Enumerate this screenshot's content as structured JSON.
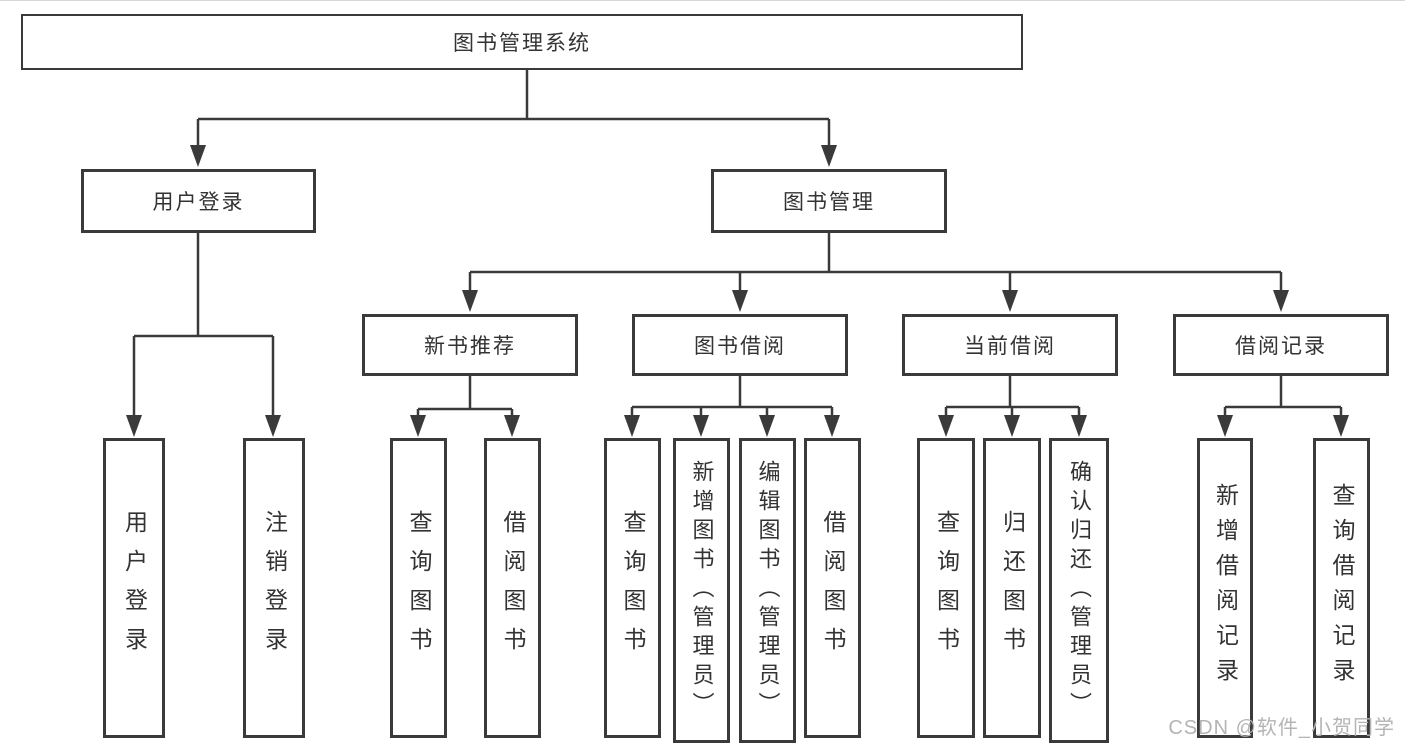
{
  "diagram": {
    "title": "图书管理系统",
    "root": {
      "label": "图书管理系统"
    },
    "branches": [
      {
        "label": "用户登录",
        "children": [
          {
            "label": "用户登录"
          },
          {
            "label": "注销登录"
          }
        ]
      },
      {
        "label": "图书管理",
        "children": [
          {
            "label": "新书推荐",
            "children": [
              {
                "label": "查询图书"
              },
              {
                "label": "借阅图书"
              }
            ]
          },
          {
            "label": "图书借阅",
            "children": [
              {
                "label": "查询图书"
              },
              {
                "label": "新增图书（管理员）"
              },
              {
                "label": "编辑图书（管理员）"
              },
              {
                "label": "借阅图书"
              }
            ]
          },
          {
            "label": "当前借阅",
            "children": [
              {
                "label": "查询图书"
              },
              {
                "label": "归还图书"
              },
              {
                "label": "确认归还（管理员）"
              }
            ]
          },
          {
            "label": "借阅记录",
            "children": [
              {
                "label": "新增借阅记录"
              },
              {
                "label": "查询借阅记录"
              }
            ]
          }
        ]
      }
    ],
    "colors": {
      "line": "#3a3a3a",
      "text": "#333333",
      "box_background": "#ffffff",
      "page_background": "#ffffff",
      "watermark": "#b4b4b4"
    }
  },
  "watermark": {
    "text": "CSDN @软件_小贺同学"
  }
}
